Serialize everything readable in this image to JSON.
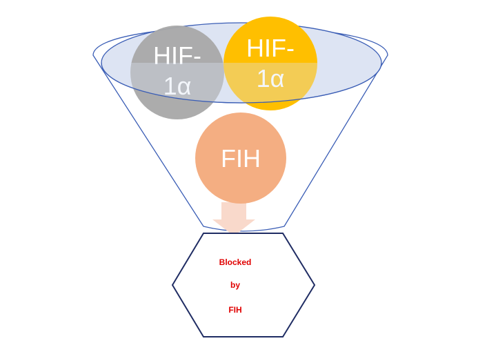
{
  "funnel": {
    "stroke_color": "#3a5db5",
    "rim_fill": "#dde4f3"
  },
  "circles": [
    {
      "id": "hif-left",
      "line1": "HIF-",
      "line2": "1α",
      "color": "#a8a8a8"
    },
    {
      "id": "hif-right",
      "line1": "HIF-",
      "line2": "1α",
      "color": "#ffbf00"
    },
    {
      "id": "fih",
      "line1": "FIH",
      "color": "#f4ae82"
    }
  ],
  "arrow": {
    "color": "#f9d9cb"
  },
  "hexagon": {
    "stroke_color": "#1f2c63",
    "lines": [
      "Blocked",
      "by",
      "FIH"
    ],
    "text_color": "#e00000"
  }
}
